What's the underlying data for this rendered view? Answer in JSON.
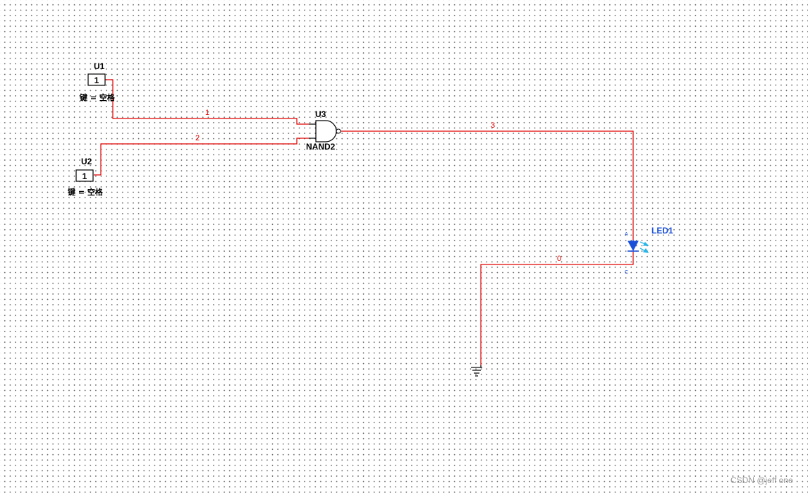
{
  "components": {
    "u1": {
      "ref": "U1",
      "value": "1",
      "key_label": "键 = 空格"
    },
    "u2": {
      "ref": "U2",
      "value": "1",
      "key_label": "键 = 空格"
    },
    "u3": {
      "ref": "U3",
      "type": "NAND2"
    },
    "led1": {
      "ref": "LED1",
      "pin_a": "A",
      "pin_c": "C"
    }
  },
  "nets": {
    "n1": "1",
    "n2": "2",
    "n3": "3",
    "n0": "0"
  },
  "watermark": "CSDN @jeff one",
  "colors": {
    "wire": "#e00000",
    "led": "#1a4fd8",
    "led_light": "#29b6e8"
  }
}
